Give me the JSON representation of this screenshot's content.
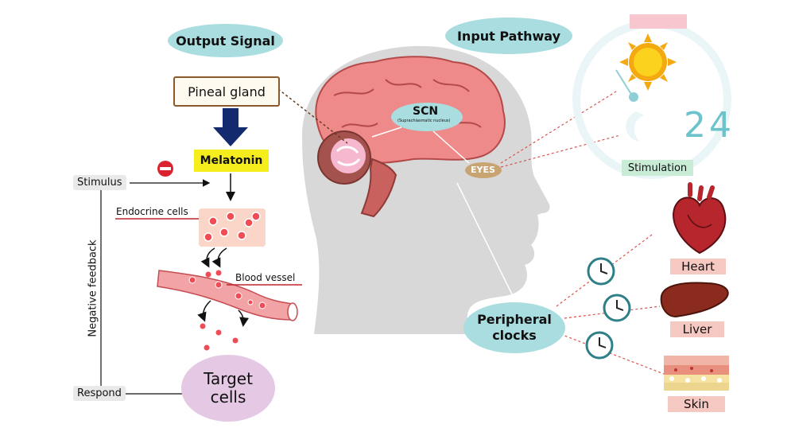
{
  "left": {
    "output_signal": "Output Signal",
    "pineal_gland": "Pineal gland",
    "melatonin": "Melatonin",
    "stimulus": "Stimulus",
    "endocrine_cells": "Endocrine cells",
    "blood_vessel": "Blood vessel",
    "negative_feedback": "Negative feedback",
    "respond": "Respond",
    "target_cells": "Target\ncells"
  },
  "center": {
    "scn": "SCN",
    "scn_full": "(Suprachiasmatic nucleus)",
    "eyes": "EYES"
  },
  "right": {
    "input_pathway": "Input Pathway",
    "clock_number": "24",
    "stimulation": "Stimulation",
    "peripheral_clocks": "Peripheral\nclocks",
    "heart": "Heart",
    "liver": "Liver",
    "skin": "Skin"
  },
  "colors": {
    "oval_teal": "#a9dde0",
    "oval_lavender": "#e5c8e3",
    "melatonin_yellow": "#f6ee1c",
    "arrow_navy": "#142a6e",
    "brain_pink": "#ef8a8a",
    "head_grey": "#d6d6d6",
    "eyes_tan": "#c9a473",
    "organ_label": "#f5c8c2",
    "stimulation_green": "#c9ecd7",
    "sun_yellow": "#fbd21e",
    "clock_cyan": "#6cc3cb"
  }
}
